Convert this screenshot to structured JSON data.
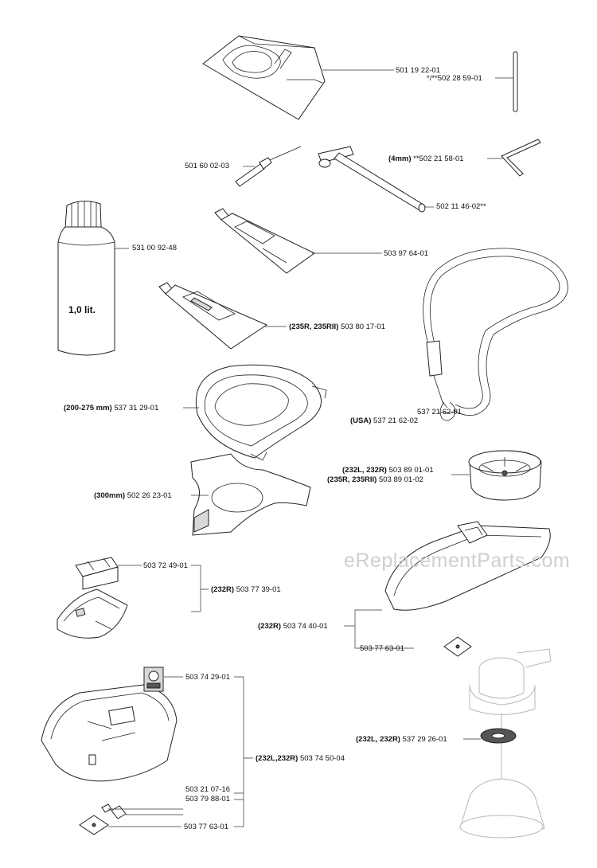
{
  "watermark": "eReplacementParts.com",
  "parts": {
    "carry_bag": {
      "number": "501 19 22-01"
    },
    "pin": {
      "number": "*/**502 28 59-01"
    },
    "screwdriver": {
      "number": "501 60 02-03"
    },
    "hex_key": {
      "qualifier": "(4mm)",
      "number": "**502 21 58-01"
    },
    "combination_wrench": {
      "number": "502 11 46-02**"
    },
    "oil_bottle": {
      "number": "531 00 92-48",
      "bottle_text": "1,0 lit."
    },
    "grease_tube_1": {
      "number": "503 97 64-01"
    },
    "grease_tube_2": {
      "qualifier": "(235R, 235RII)",
      "number": "503 80 17-01"
    },
    "harness": {
      "number": "537 21 62-01",
      "usa_qualifier": "(USA)",
      "usa_number": "537 21 62-02"
    },
    "guard_200_275": {
      "qualifier": "(200-275 mm)",
      "number": "537 31 29-01"
    },
    "spool": {
      "qualifier": "(232L, 232R)",
      "number": "503 89 01-01",
      "qualifier_2": "(235R, 235RII)",
      "number_2": "503 89 01-02"
    },
    "blade_300": {
      "qualifier": "(300mm)",
      "number": "502 26 23-01"
    },
    "bracket": {
      "number": "503 72 49-01"
    },
    "guard_232r_small": {
      "qualifier": "(232R)",
      "number": "503 77 39-01"
    },
    "guard_232r_large": {
      "qualifier": "(232R)",
      "number": "503 74 40-01"
    },
    "plate_1": {
      "number": "503 77 63-01"
    },
    "decal": {
      "number": "503 74 29-01"
    },
    "guard_232l_232r": {
      "qualifier": "(232L,232R)",
      "number": "503 74 50-04"
    },
    "screw": {
      "number": "503 21 07-16"
    },
    "knife": {
      "number": "503 79 88-01"
    },
    "plate_2": {
      "number": "503 77 63-01"
    },
    "washer": {
      "qualifier": "(232L, 232R)",
      "number": "537 29 26-01"
    }
  }
}
